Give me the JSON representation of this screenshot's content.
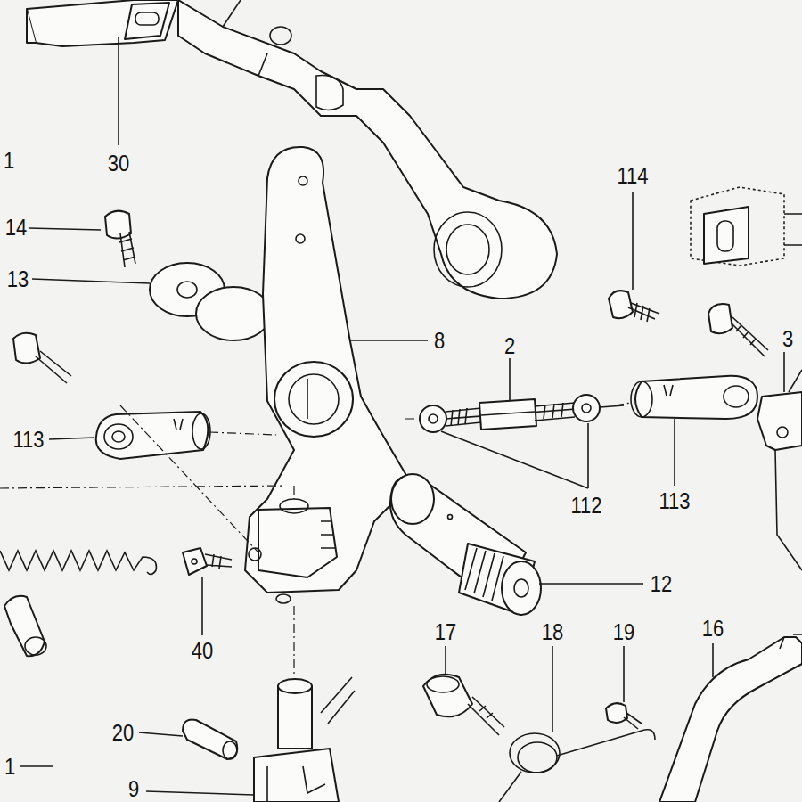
{
  "diagram": {
    "labels": [
      "30",
      "1",
      "14",
      "13",
      "114",
      "8",
      "2",
      "3",
      "113",
      "112",
      "113",
      "12",
      "40",
      "17",
      "18",
      "19",
      "16",
      "20",
      "1",
      "9"
    ]
  }
}
